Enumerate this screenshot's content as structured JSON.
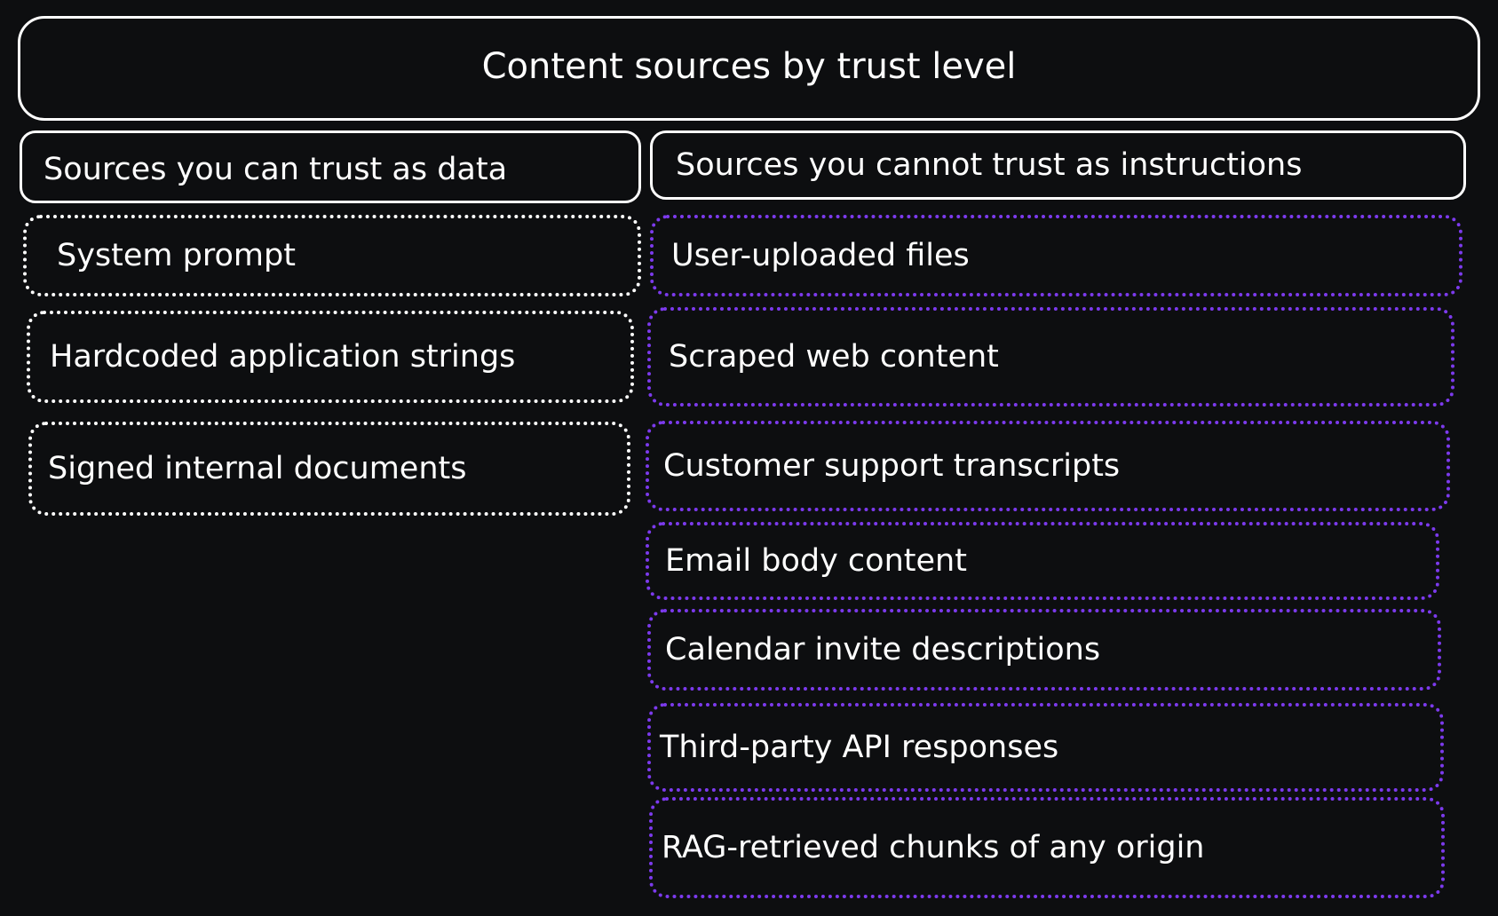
{
  "title": "Content sources by trust level",
  "colors": {
    "background": "#0d0e10",
    "trusted_border": "#ffffff",
    "untrusted_border": "#7c3aed"
  },
  "trusted": {
    "header": "Sources you can trust as data",
    "items": [
      "System prompt",
      "Hardcoded application strings",
      "Signed internal documents"
    ]
  },
  "untrusted": {
    "header": "Sources you cannot trust as instructions",
    "items": [
      "User-uploaded files",
      "Scraped web content",
      "Customer support transcripts",
      "Email body content",
      "Calendar invite descriptions",
      "Third-party API responses",
      "RAG-retrieved chunks of any origin"
    ]
  }
}
